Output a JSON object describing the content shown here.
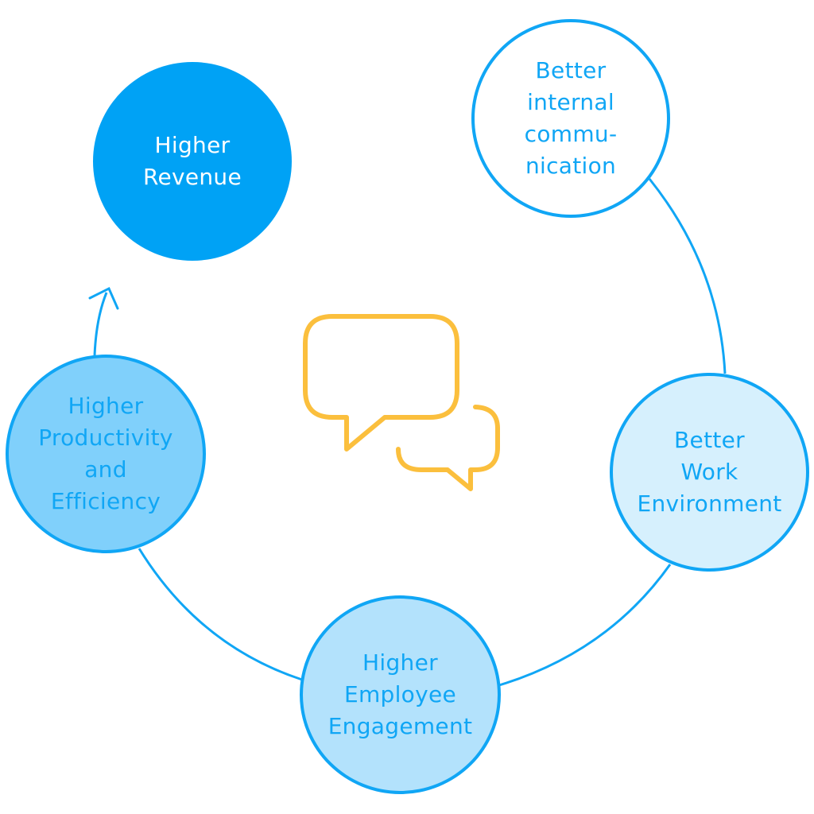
{
  "diagram": {
    "type": "cycle",
    "center_icon": "chat-bubbles-icon",
    "colors": {
      "primary": "#00a2f5",
      "stroke": "#10a6f5",
      "icon": "#fbbf3d"
    },
    "nodes": [
      {
        "id": "revenue",
        "lines": [
          "Higher",
          "Revenue"
        ]
      },
      {
        "id": "communication",
        "lines": [
          "Better",
          "internal",
          "commu-",
          "nication"
        ]
      },
      {
        "id": "environment",
        "lines": [
          "Better",
          "Work",
          "Environment"
        ]
      },
      {
        "id": "engagement",
        "lines": [
          "Higher",
          "Employee",
          "Engagement"
        ]
      },
      {
        "id": "productivity",
        "lines": [
          "Higher",
          "Productivity",
          "and",
          "Efficiency"
        ]
      }
    ],
    "edges": [
      {
        "from": "communication",
        "to": "environment"
      },
      {
        "from": "environment",
        "to": "engagement"
      },
      {
        "from": "engagement",
        "to": "productivity"
      },
      {
        "from": "productivity",
        "to": "revenue",
        "arrow": true
      }
    ]
  }
}
